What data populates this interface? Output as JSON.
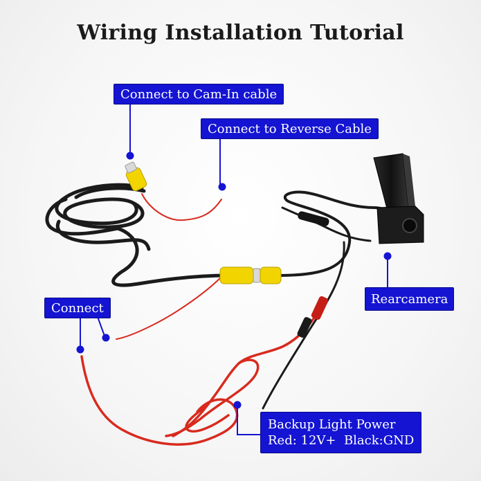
{
  "title": "Wiring Installation Tutorial",
  "labels": {
    "cam_in": "Connect to Cam-In cable",
    "reverse": "Connect to Reverse Cable",
    "connect": "Connect",
    "rearcamera": "Rearcamera",
    "power_line1": "Backup Light Power",
    "power_line2": "Red: 12V+  Black:GND"
  },
  "colors": {
    "label_bg": "#1414d2",
    "label_text": "#ffffff",
    "wire_black": "#1b1b1b",
    "wire_red": "#d82a1e",
    "rca_yellow": "#f2d400",
    "leader_dot": "#1414d2"
  }
}
